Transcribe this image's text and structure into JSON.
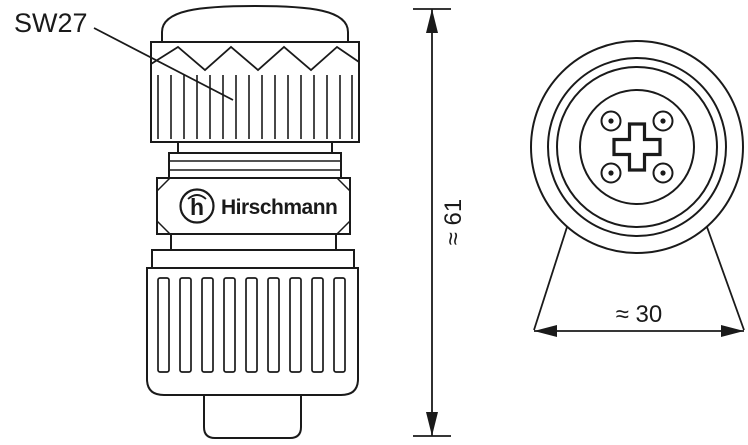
{
  "page": {
    "background_color": "#ffffff",
    "line_color": "#1a1a1a"
  },
  "side_view": {
    "wrench_size_label": "SW27",
    "brand": "Hirschmann",
    "logo_letter": "h"
  },
  "dimensions": {
    "height": "≈ 61",
    "width": "≈ 30"
  }
}
